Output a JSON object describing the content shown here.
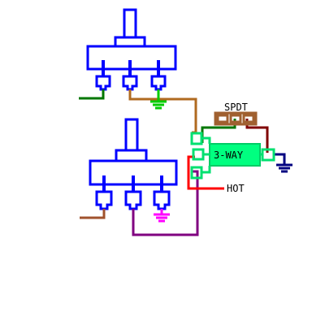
{
  "labels": {
    "spdt": "SPDT",
    "three_way": "3-WAY",
    "hot": "HOT"
  },
  "colors": {
    "pot_outline": "#0000ff",
    "switch_body": "#00ff80",
    "switch_outline": "#00cc66",
    "spdt": "#a06030",
    "wire_green": "#007700",
    "wire_brown": "#a0522d",
    "wire_orange_brown": "#b06a20",
    "wire_dark_red": "#800000",
    "wire_red": "#ff0000",
    "wire_purple": "#800080",
    "wire_navy": "#000080",
    "ground_green": "#00cc00",
    "ground_magenta": "#ff00ff"
  },
  "icons": [
    "ground-icon",
    "ground-icon",
    "ground-icon"
  ]
}
